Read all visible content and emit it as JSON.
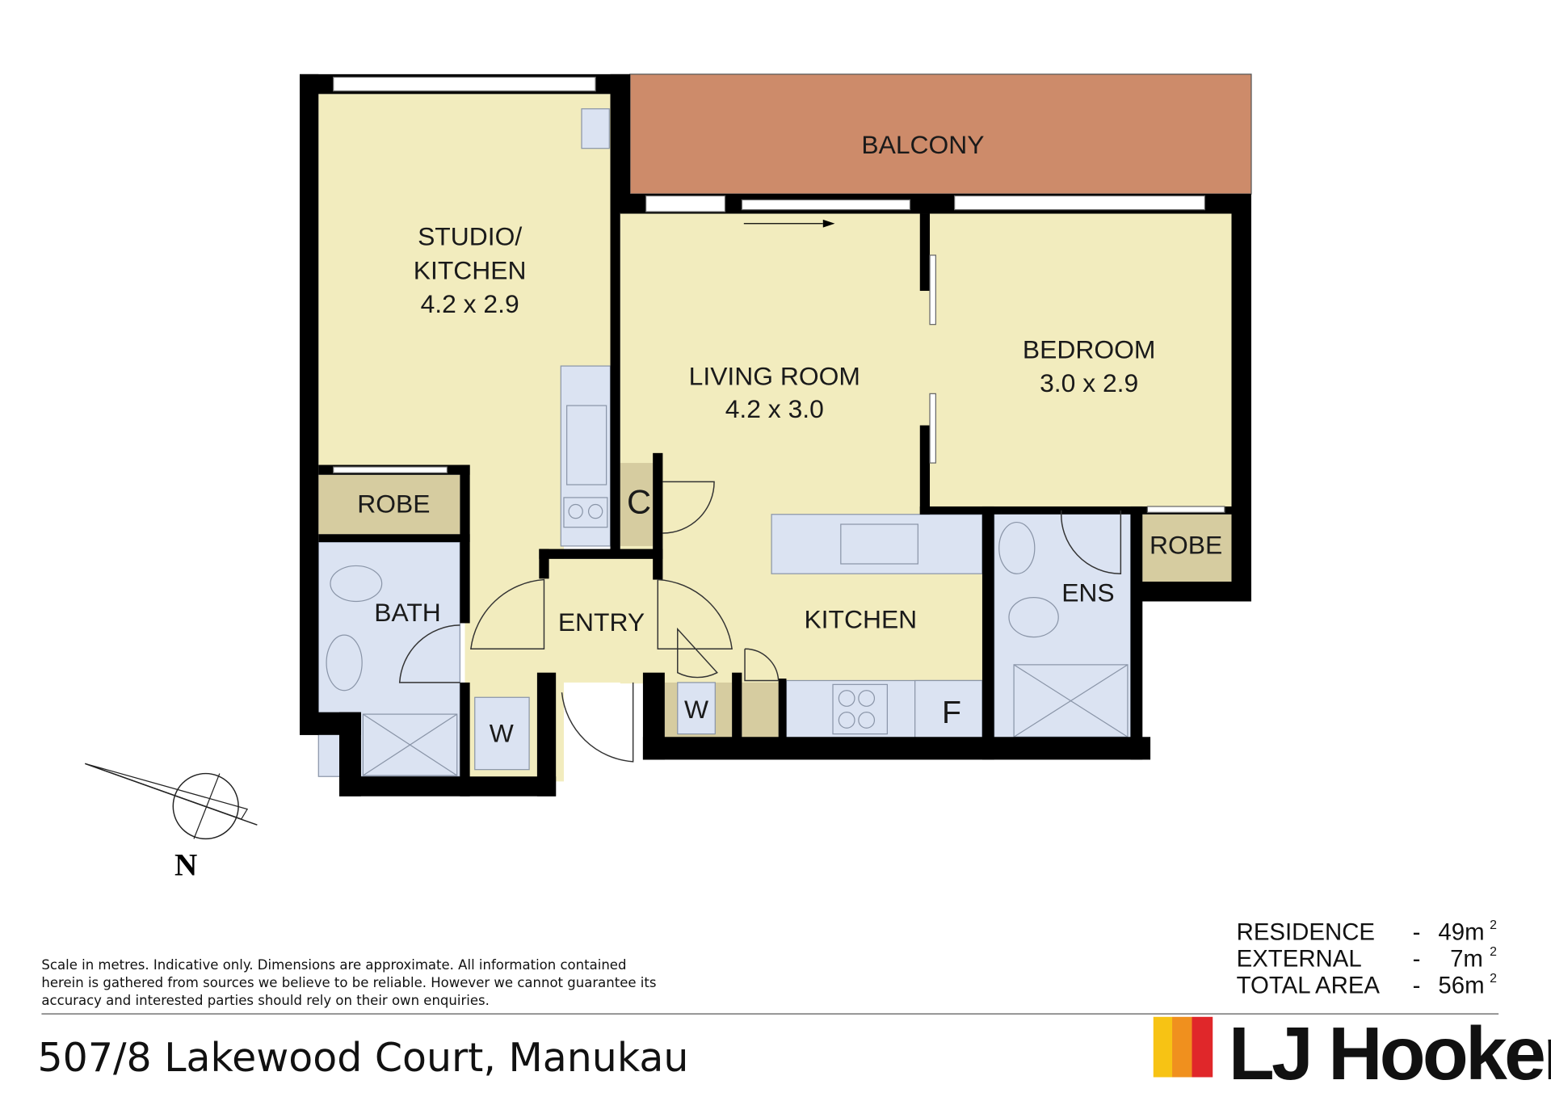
{
  "rooms": {
    "balcony": "BALCONY",
    "studio_l1": "STUDIO/",
    "studio_l2": "KITCHEN",
    "studio_dim": "4.2 x 2.9",
    "living": "LIVING ROOM",
    "living_dim": "4.2 x 3.0",
    "bedroom": "BEDROOM",
    "bedroom_dim": "3.0 x 2.9",
    "robe_left": "ROBE",
    "robe_right": "ROBE",
    "bath": "BATH",
    "entry": "ENTRY",
    "kitchen": "KITCHEN",
    "ens": "ENS",
    "cupboard": "C",
    "w_left": "W",
    "w_mid": "W",
    "fridge": "F"
  },
  "compass": {
    "label": "N"
  },
  "disclaimer": [
    "Scale in metres. Indicative only. Dimensions are approximate. All information contained",
    "herein is gathered from sources we believe to be reliable. However we cannot guarantee its",
    "accuracy and interested parties should rely on their own enquiries."
  ],
  "areas": [
    {
      "label": "RESIDENCE",
      "sep": "-",
      "value": "49m",
      "sup": "2"
    },
    {
      "label": "EXTERNAL",
      "sep": "-",
      "value": "7m",
      "sup": "2"
    },
    {
      "label": "TOTAL AREA",
      "sep": "-",
      "value": "56m",
      "sup": "2"
    }
  ],
  "address": "507/8 Lakewood Court, Manukau",
  "logo": {
    "text": "LJ Hooker",
    "colors": [
      "#f7c314",
      "#f0901e",
      "#e0272a"
    ]
  },
  "colors": {
    "room": "#f2ecbe",
    "wet": "#dbe3f2",
    "robe": "#d6cca0",
    "balcony": "#cd8b6a"
  }
}
